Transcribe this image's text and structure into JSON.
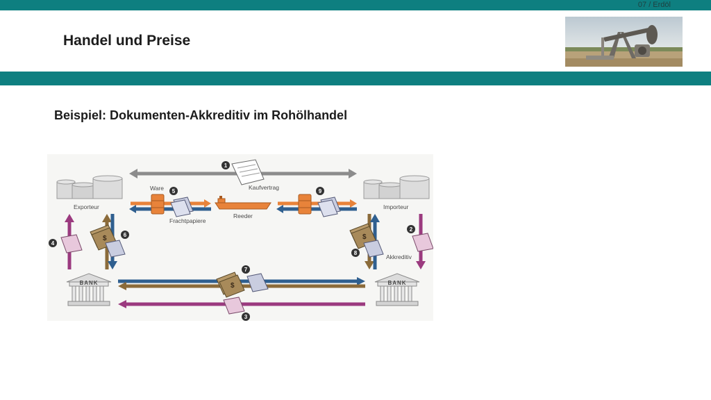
{
  "header": {
    "breadcrumb": "07 / Erdöl",
    "title": "Handel und Preise"
  },
  "main": {
    "subtitle": "Beispiel: Dokumenten-Akkreditiv im Rohölhandel"
  },
  "diagram": {
    "labels": {
      "exporteur": "Exporteur",
      "importeur": "Importeur",
      "kaufvertrag": "Kaufvertrag",
      "ware": "Ware",
      "frachtpapiere": "Frachtpapiere",
      "reeder": "Reeder",
      "akkreditiv": "Akkreditiv",
      "bank_left": "BANK",
      "bank_right": "BANK"
    },
    "steps": [
      "1",
      "2",
      "3",
      "4",
      "5",
      "6",
      "7",
      "8",
      "9"
    ],
    "colors": {
      "grey": "#8c8c8c",
      "orange": "#e8833a",
      "blue": "#2f5f8f",
      "purple": "#9b3a7f",
      "brown": "#8b6b3a",
      "teal": "#0e7f80"
    }
  }
}
